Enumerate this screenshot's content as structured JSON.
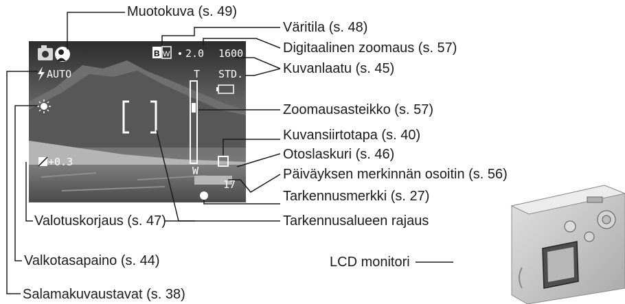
{
  "labels": {
    "muotokuva": "Muotokuva (s. 49)",
    "varitila": "Väritila (s. 48)",
    "digizoom": "Digitaalinen zoomaus (s. 57)",
    "kuvanlaatu": "Kuvanlaatu (s. 45)",
    "zoomausasteikko": "Zoomausasteikko (s. 57)",
    "kuvansiirtotapa": "Kuvansiirtotapa (s. 40)",
    "otoslaskuri": "Otoslaskuri (s. 46)",
    "paivays": "Päiväyksen merkinnän osoitin (s. 56)",
    "tarkennusmerkki": "Tarkennusmerkki (s. 27)",
    "tarkennusalue": "Tarkennusalueen rajaus",
    "valotuskorjaus": "Valotuskorjaus (s. 47)",
    "valkotasapaino": "Valkotasapaino (s. 44)",
    "salama": "Salamakuvaustavat (s. 38)",
    "lcd": "LCD monitori"
  },
  "screen": {
    "flash_mode": "AUTO",
    "color_mode": "BW",
    "digital_zoom": "2.0",
    "resolution": "1600",
    "quality": "STD.",
    "zoom_tele": "T",
    "zoom_wide": "W",
    "exposure_comp": "+0.3",
    "frame_count": "17"
  },
  "colors": {
    "line": "#1a1a1a",
    "osd": "#ffffff",
    "camera_body": "#c9c9c9"
  }
}
